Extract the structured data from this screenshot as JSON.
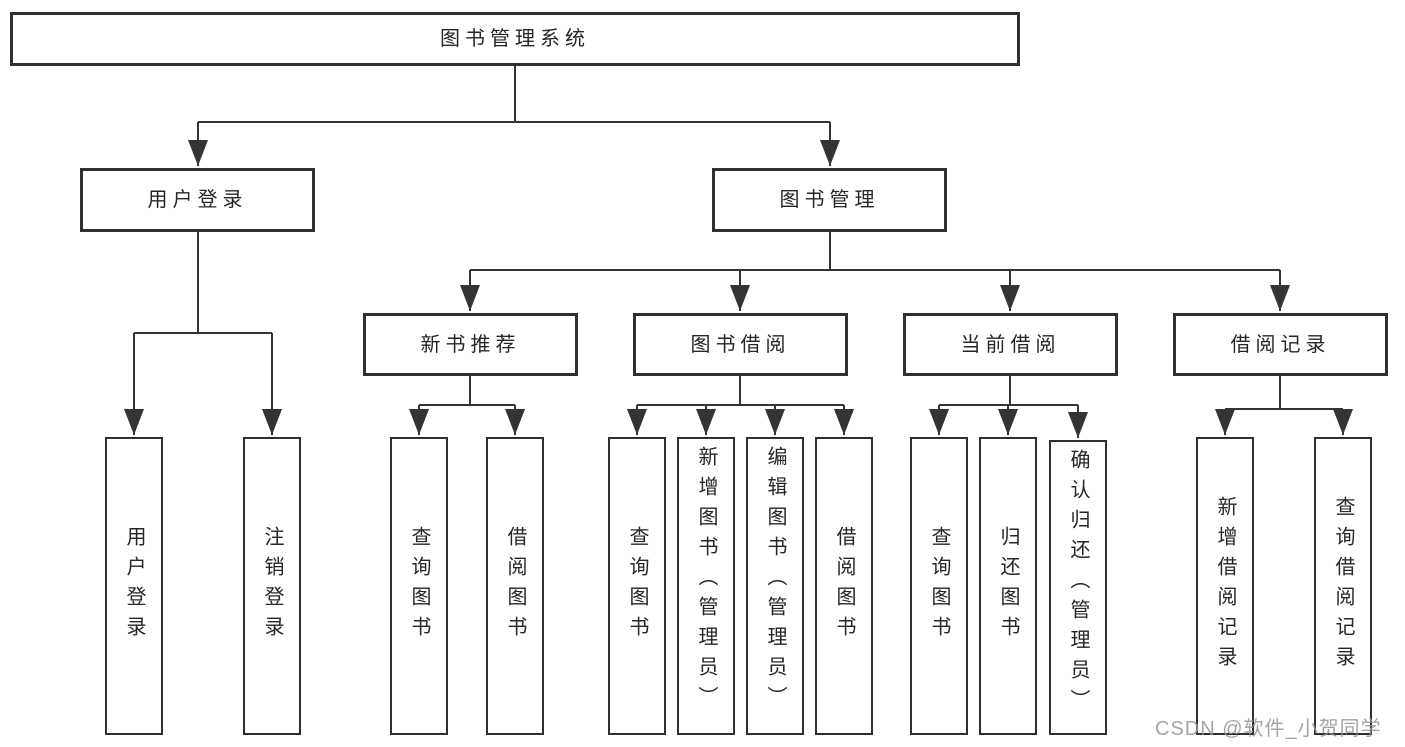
{
  "diagram": {
    "root": "图书管理系统",
    "branches": [
      {
        "id": "user-login",
        "label": "用户登录",
        "children": [
          "用户登录",
          "注销登录"
        ]
      },
      {
        "id": "book-management",
        "label": "图书管理",
        "groups": [
          {
            "id": "new-book-recommendation",
            "label": "新书推荐",
            "children": [
              "查询图书",
              "借阅图书"
            ]
          },
          {
            "id": "book-borrowing",
            "label": "图书借阅",
            "children": [
              "查询图书",
              "新增图书（管理员）",
              "编辑图书（管理员）",
              "借阅图书"
            ]
          },
          {
            "id": "current-borrowing",
            "label": "当前借阅",
            "children": [
              "查询图书",
              "归还图书",
              "确认归还（管理员）"
            ]
          },
          {
            "id": "borrowing-records",
            "label": "借阅记录",
            "children": [
              "新增借阅记录",
              "查询借阅记录"
            ]
          }
        ]
      }
    ]
  },
  "colors": {
    "line": "#343434",
    "box_border": "#2f2f2f",
    "text": "#262626",
    "watermark": "#949494"
  },
  "watermark": {
    "text": "CSDN @软件_小贺同学"
  }
}
